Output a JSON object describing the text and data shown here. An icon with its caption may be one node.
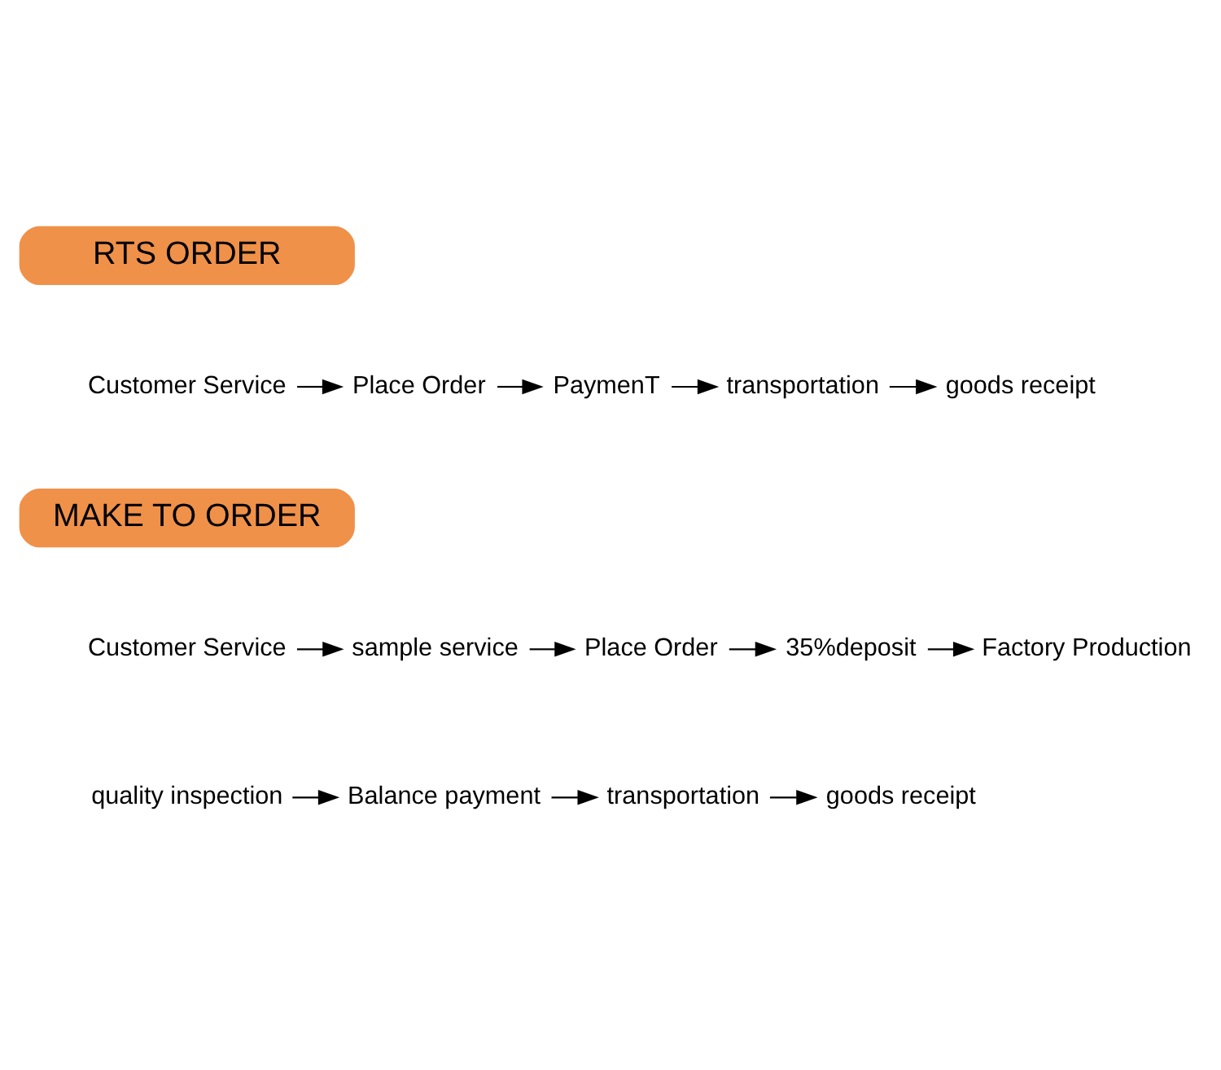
{
  "diagram": {
    "nodes": [
      {
        "text": [
          "RTS ORDER"
        ]
      },
      {
        "text": [
          "Customer Service"
        ]
      },
      {
        "text": [
          "Place Order"
        ]
      },
      {
        "text": [
          "PaymenT"
        ]
      },
      {
        "text": [
          "transportation"
        ]
      },
      {
        "text": [
          "goods receipt"
        ]
      },
      {
        "text": [
          "MAKE TO ORDER"
        ]
      },
      {
        "text": [
          "Customer Service"
        ]
      },
      {
        "text": [
          "sample service"
        ]
      },
      {
        "text": [
          "Place Order"
        ]
      },
      {
        "text": [
          "35%deposit"
        ]
      },
      {
        "text": [
          "Factory Production"
        ]
      },
      {
        "text": [
          "quality inspection"
        ]
      },
      {
        "text": [
          "Balance payment"
        ]
      },
      {
        "text": [
          "transportation"
        ]
      },
      {
        "text": [
          "goods receipt"
        ]
      }
    ],
    "edges": [
      {
        "from": 1,
        "to": 2,
        "arrow": "to"
      },
      {
        "from": 2,
        "to": 3,
        "arrow": "to"
      },
      {
        "from": 3,
        "to": 4,
        "arrow": "to"
      },
      {
        "from": 4,
        "to": 5,
        "arrow": "to"
      },
      {
        "from": 7,
        "to": 8,
        "arrow": "to"
      },
      {
        "from": 8,
        "to": 9,
        "arrow": "to"
      },
      {
        "from": 9,
        "to": 10,
        "arrow": "to"
      },
      {
        "from": 10,
        "to": 11,
        "arrow": "to"
      },
      {
        "from": 12,
        "to": 13,
        "arrow": "to"
      },
      {
        "from": 13,
        "to": 14,
        "arrow": "to"
      },
      {
        "from": 14,
        "to": 15,
        "arrow": "to"
      }
    ]
  }
}
